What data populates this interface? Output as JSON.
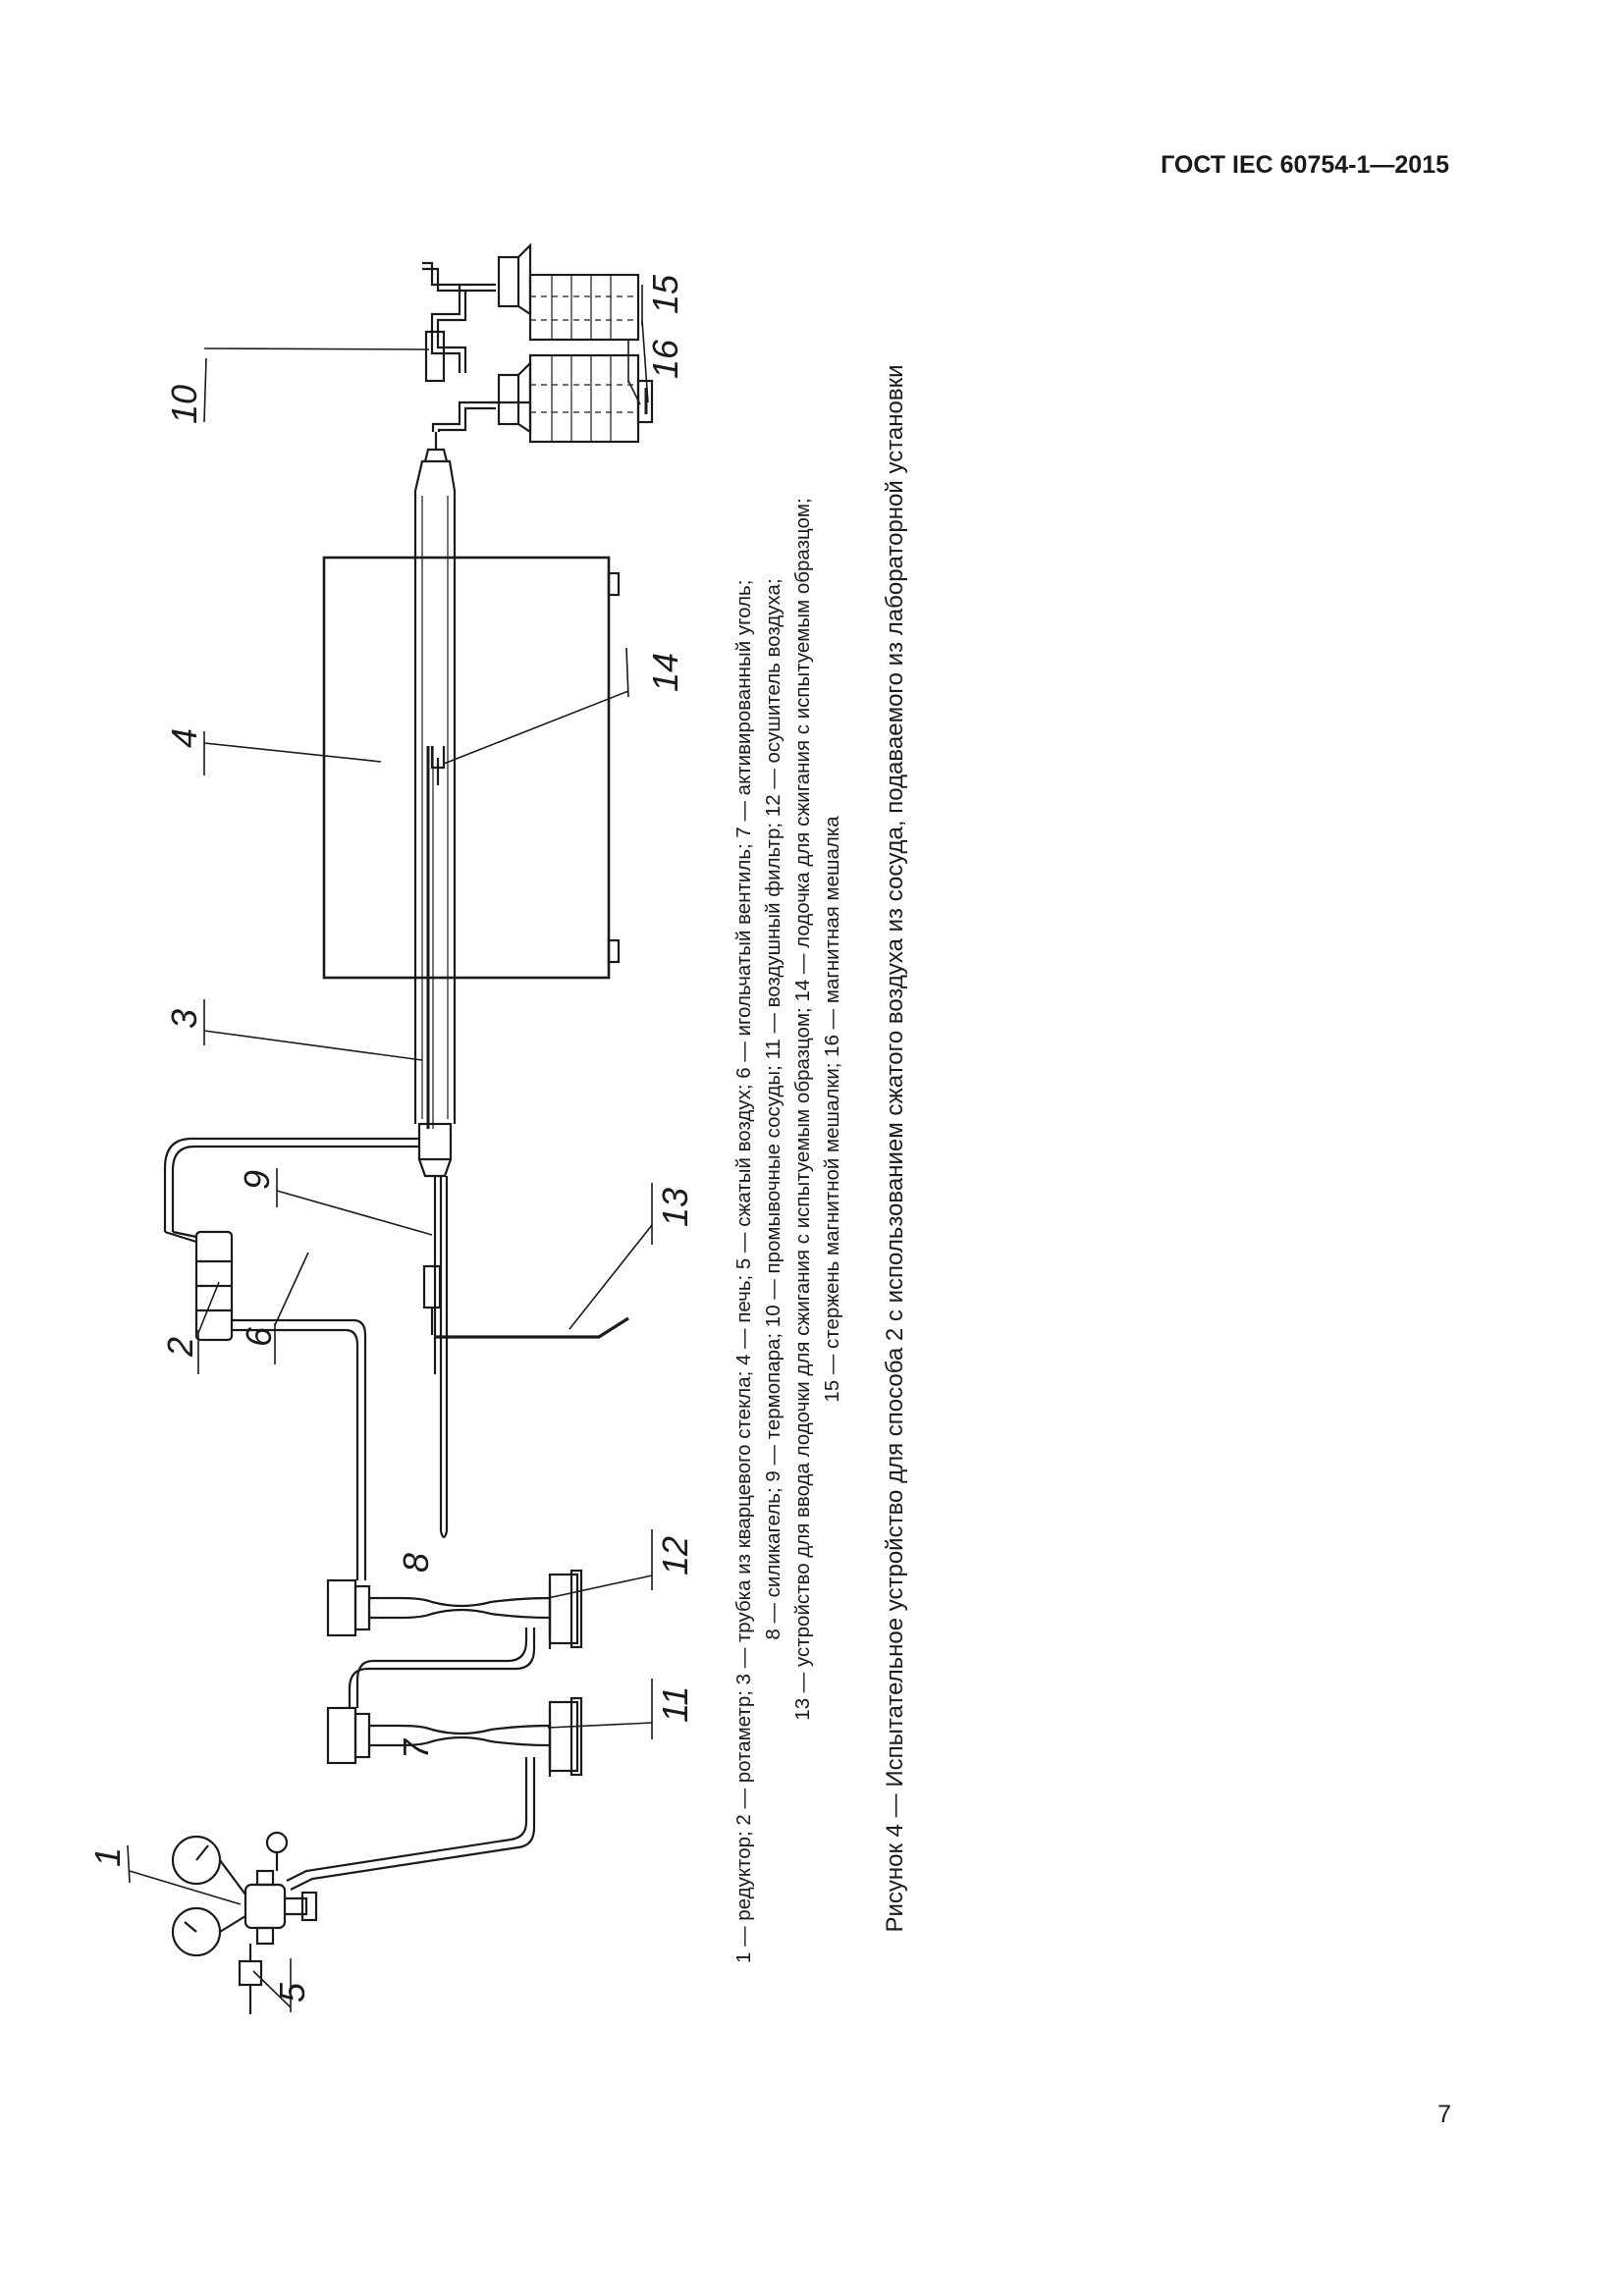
{
  "header": {
    "standard": "ГОСТ IEC 60754-1—2015"
  },
  "page_number": "7",
  "callouts": [
    "1",
    "2",
    "3",
    "4",
    "5",
    "6",
    "7",
    "8",
    "9",
    "10",
    "11",
    "12",
    "13",
    "14",
    "15",
    "16"
  ],
  "legend": {
    "lines": [
      "1 — редуктор; 2 — ротаметр; 3 — трубка из кварцевого стекла; 4 — печь; 5 — сжатый воздух; 6 — игольчатый вентиль; 7 — активированный уголь;",
      "8 — силикагель; 9 — термопара; 10 — промывочные сосуды; 11 — воздушный фильтр; 12 — осушитель воздуха;",
      "13 — устройство для ввода лодочки для сжигания с испытуемым образцом; 14 — лодочка для сжигания с испытуемым образцом;",
      "15 — стержень магнитной мешалки; 16 — магнитная мешалка"
    ]
  },
  "caption": "Рисунок 4 — Испытательное устройство для способа 2 с использованием сжатого воздуха из сосуда, подаваемого из лабораторной установки"
}
